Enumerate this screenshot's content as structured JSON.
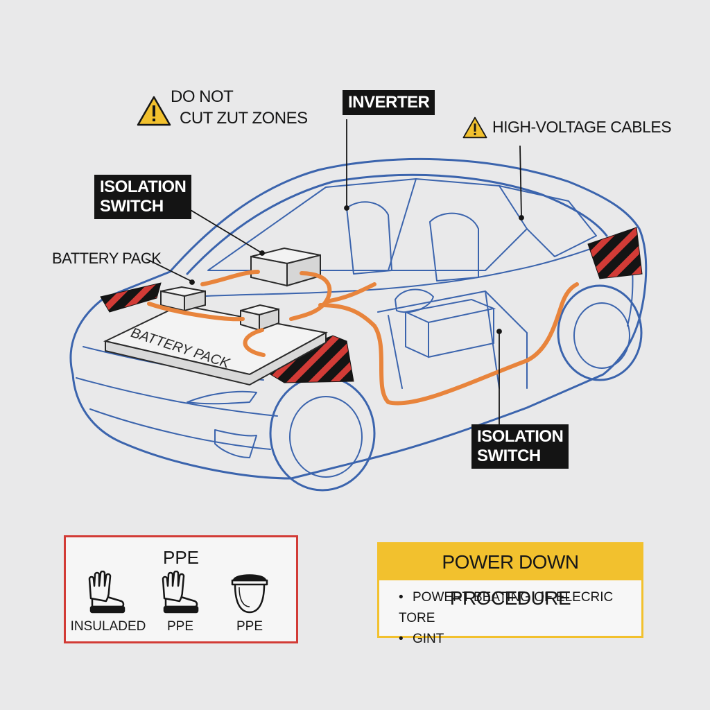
{
  "labels": {
    "do_not_cut_line1": "DO NOT",
    "do_not_cut_line2": "CUT ZUT ZONES",
    "inverter": "INVERTER",
    "high_voltage_cables": "HIGH-VOLTAGE CABLES",
    "isolation_switch_top_line1": "ISOLATION",
    "isolation_switch_top_line2": "SWITCH",
    "battery_pack_callout": "BATTERY PACK",
    "battery_pack_body": "BATTERY PACK",
    "isolation_switch_bottom_line1": "ISOLATION",
    "isolation_switch_bottom_line2": "SWITCH"
  },
  "ppe": {
    "title": "PPE",
    "items": [
      {
        "icon": "insulated-glove-boot-icon",
        "caption": "INSULADED"
      },
      {
        "icon": "glove-boot-icon",
        "caption": "PPE"
      },
      {
        "icon": "face-shield-icon",
        "caption": "PPE"
      }
    ]
  },
  "power_down": {
    "title": "POWER DOWN PROCEDURE",
    "bullets": [
      "POWERT BEATING OF ELECRIC TORE",
      "GINT"
    ]
  },
  "colors": {
    "background": "#e9e9ea",
    "car_outline": "#3b64ad",
    "hv_cable": "#e8843c",
    "hazard_red": "#d23b36",
    "warning_yellow": "#f2c12e",
    "label_dark": "#141414"
  }
}
